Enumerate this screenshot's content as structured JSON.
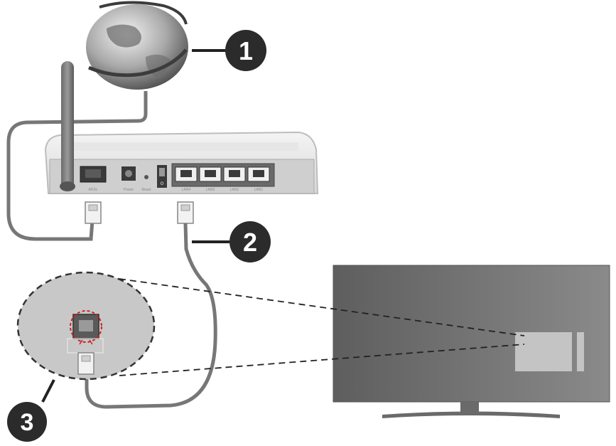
{
  "callouts": [
    {
      "number": "1"
    },
    {
      "number": "2"
    },
    {
      "number": "3"
    }
  ],
  "router": {
    "port_labels": [
      "ADSL",
      "Power",
      "Reset",
      "",
      "LAN4",
      "LAN3",
      "LAN2",
      "LAN1"
    ]
  },
  "colors": {
    "callout_fill": "#2b2b2b",
    "cable": "#777777",
    "tv_screen": "#7a7a7a",
    "wall_socket_highlight": "#cc2222"
  },
  "icons": [
    "globe-icon",
    "router-icon",
    "antenna-icon",
    "ethernet-plug-icon",
    "tv-icon",
    "wall-socket-icon"
  ]
}
